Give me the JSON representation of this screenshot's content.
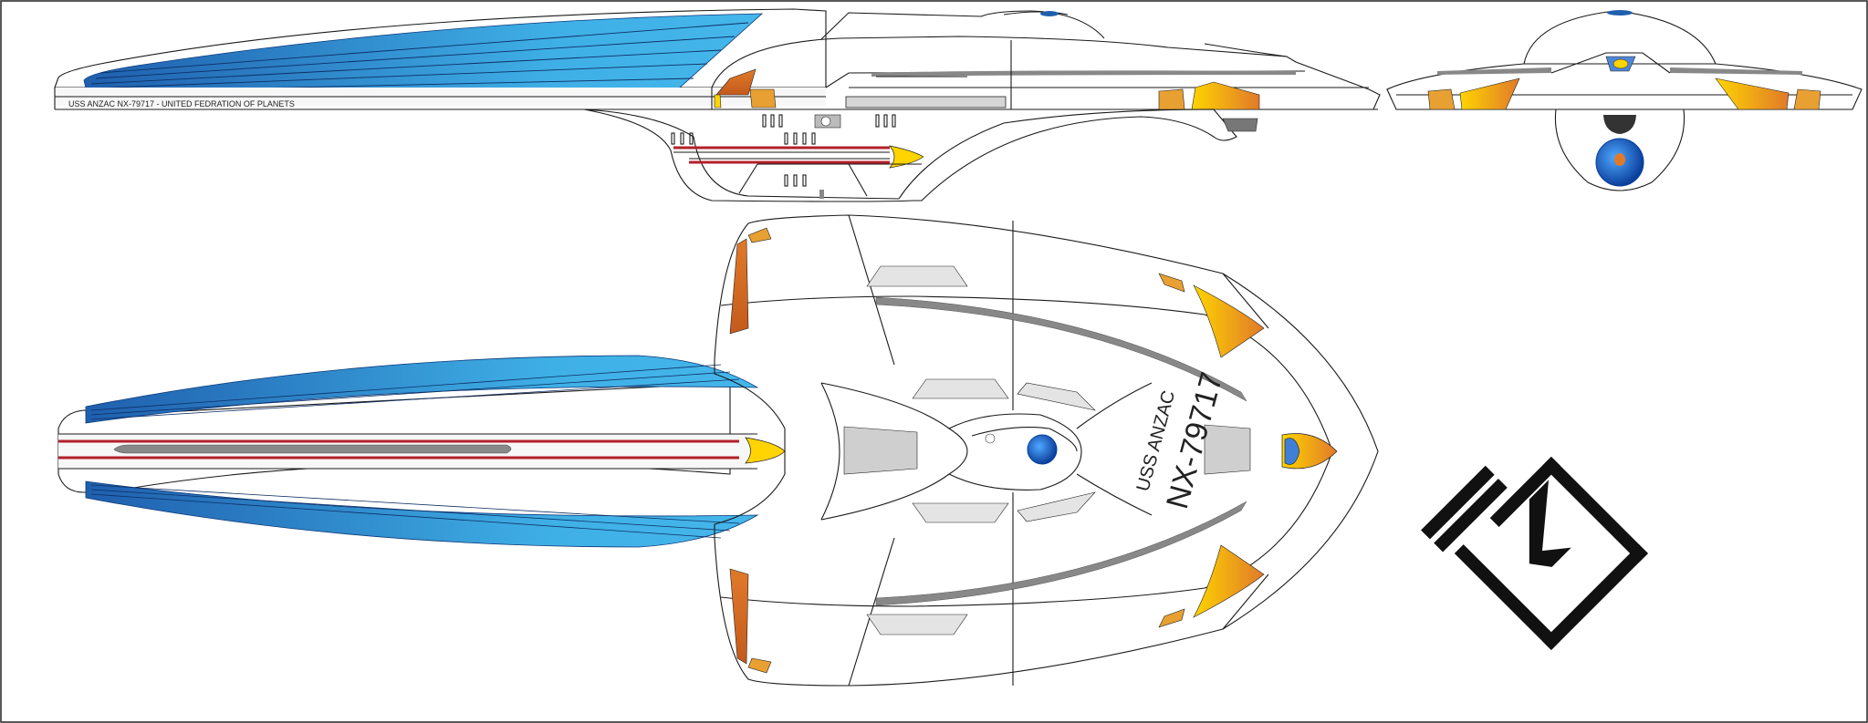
{
  "side_view": {
    "hull_text": "USS ANZAC NX-79717 - UNITED FEDRATION OF PLANETS"
  },
  "top_view": {
    "ship_name": "USS ANZAC",
    "registry": "NX-79717"
  },
  "colors": {
    "nacelle_blue_dark": "#1f5fae",
    "nacelle_blue_light": "#3fb0e6",
    "stripe_red": "#b3202a",
    "accent_orange": "#e07a2a",
    "accent_yellow": "#ffd400",
    "panel_gray": "#cfcfcf",
    "hull": "#f7f7f7"
  },
  "icons": [
    "delta-insignia-icon",
    "logo-emblem-icon"
  ]
}
